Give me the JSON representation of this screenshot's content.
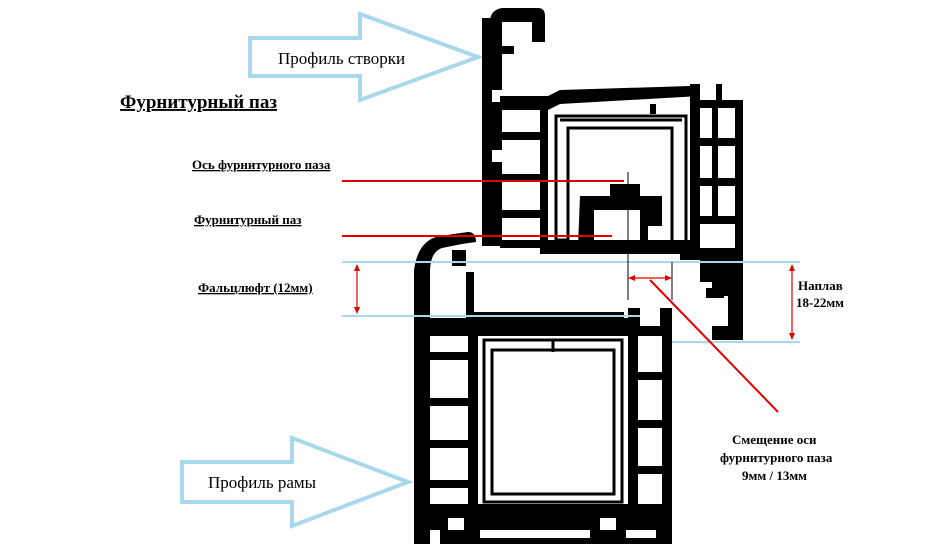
{
  "labels": {
    "sash_profile": "Профиль створки",
    "hardware_groove_title": "Фурнитурный паз",
    "groove_axis": "Ось фурнитурного паза",
    "groove": "Фурнитурный паз",
    "rebate_gap": "Фальцлюфт (12мм)",
    "overlap_line1": "Наплав",
    "overlap_line2": "18-22мм",
    "offset_line1": "Смещение оси",
    "offset_line2": "фурнитурного паза",
    "offset_line3": "9мм / 13мм",
    "frame_profile": "Профиль рамы"
  },
  "colors": {
    "profile": "#000000",
    "arrow_outline": "#a8d8ea",
    "guide_line": "#a8d8ea",
    "red": "#e00000",
    "background": "#ffffff"
  }
}
